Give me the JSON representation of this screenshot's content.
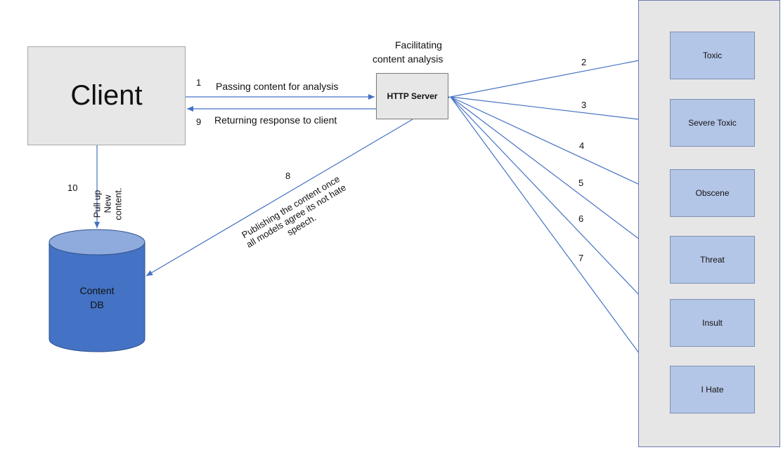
{
  "nodes": {
    "client": "Client",
    "server": "HTTP Server",
    "server_caption": [
      "Facilitating",
      "content analysis"
    ],
    "database": [
      "Content",
      "DB"
    ],
    "models": [
      "Toxic",
      "Severe Toxic",
      "Obscene",
      "Threat",
      "Insult",
      "I Hate"
    ]
  },
  "edges": {
    "e1": {
      "number": "1",
      "label": "Passing content for analysis"
    },
    "e9": {
      "number": "9",
      "label": "Returning response to client"
    },
    "e10": {
      "number": "10",
      "label": [
        "Pull up",
        "New",
        "content."
      ]
    },
    "e8": {
      "number": "8",
      "label": [
        "Publishing the content once",
        "all models agree its not hate",
        "speech."
      ]
    },
    "model_numbers": [
      "2",
      "3",
      "4",
      "5",
      "6",
      "7"
    ]
  },
  "colors": {
    "box_fill": "#e7e7e7",
    "model_fill": "#b4c6e7",
    "db_fill": "#4472c4",
    "db_top": "#8faadc",
    "arrow": "#4472c4"
  }
}
